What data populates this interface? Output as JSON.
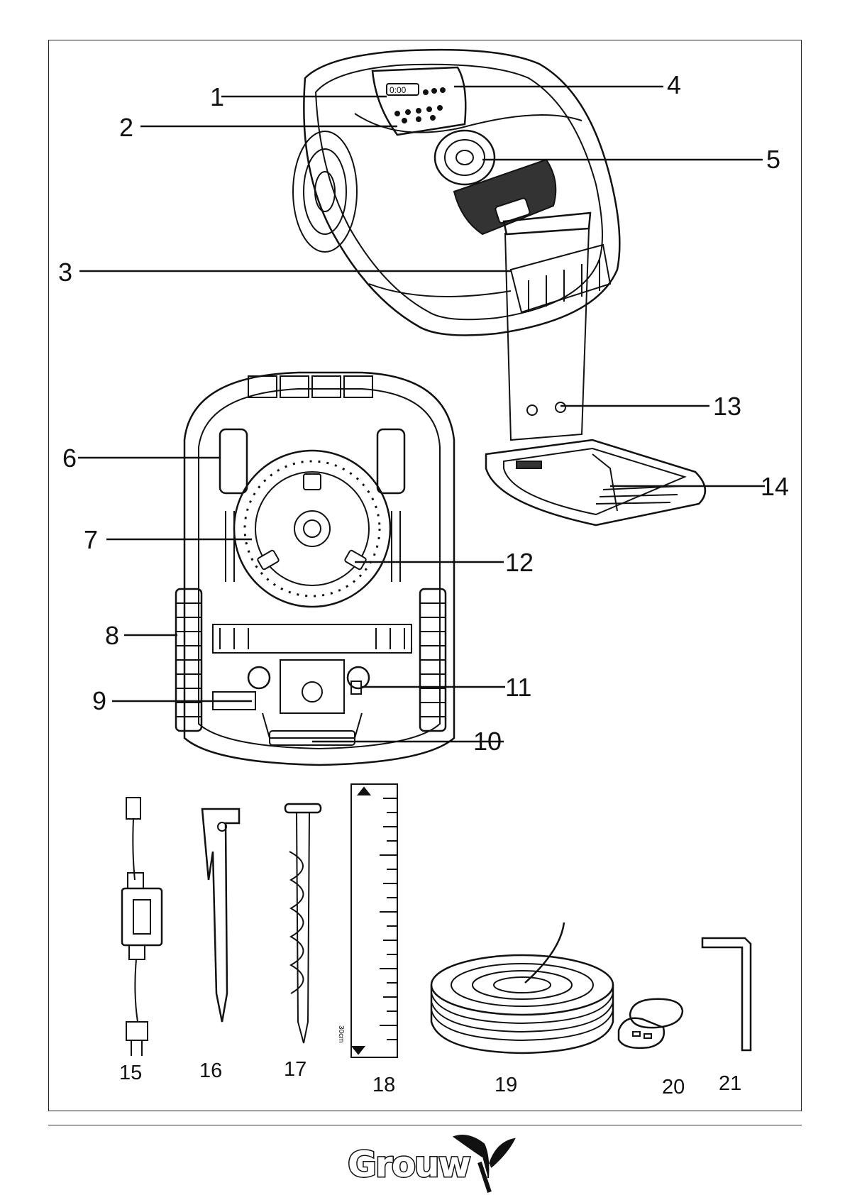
{
  "callouts": {
    "c1": "1",
    "c2": "2",
    "c3": "3",
    "c4": "4",
    "c5": "5",
    "c6": "6",
    "c7": "7",
    "c8": "8",
    "c9": "9",
    "c10": "10",
    "c11": "11",
    "c12": "12",
    "c13": "13",
    "c14": "14",
    "c15": "15",
    "c16": "16",
    "c17": "17",
    "c18": "18",
    "c19": "19",
    "c20": "20",
    "c21": "21"
  },
  "ruler": {
    "label": "30cm"
  },
  "brand": {
    "logo_text": "Grouw",
    "trademark": "®"
  }
}
